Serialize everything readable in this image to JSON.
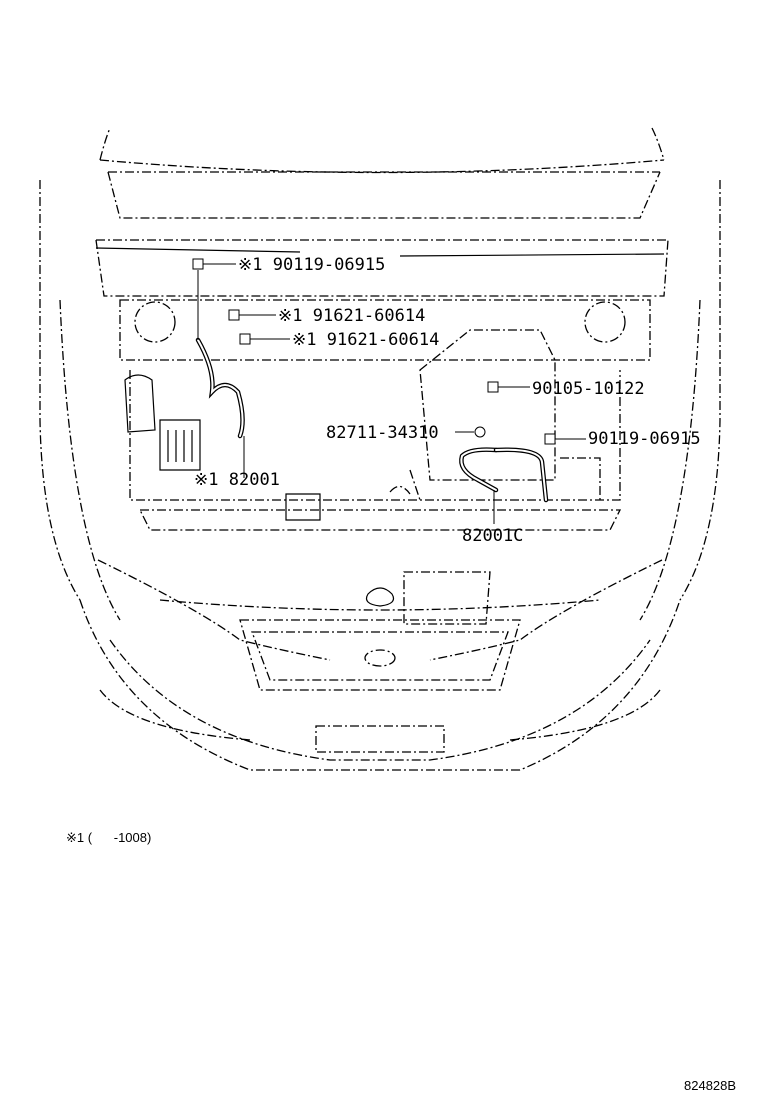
{
  "diagram": {
    "callouts": [
      {
        "id": "c1",
        "mark": "※1",
        "part": "90119-06915"
      },
      {
        "id": "c2",
        "mark": "※1",
        "part": "91621-60614"
      },
      {
        "id": "c3",
        "mark": "※1",
        "part": "91621-60614"
      },
      {
        "id": "c4",
        "mark": "",
        "part": "90105-10122"
      },
      {
        "id": "c5",
        "mark": "",
        "part": "82711-34310"
      },
      {
        "id": "c6",
        "mark": "",
        "part": "90119-06915"
      },
      {
        "id": "c7",
        "mark": "※1",
        "part": "82001"
      },
      {
        "id": "c8",
        "mark": "",
        "part": "82001C"
      }
    ],
    "footnote": "※1 (      -1008)",
    "illustration_code": "824828B"
  }
}
